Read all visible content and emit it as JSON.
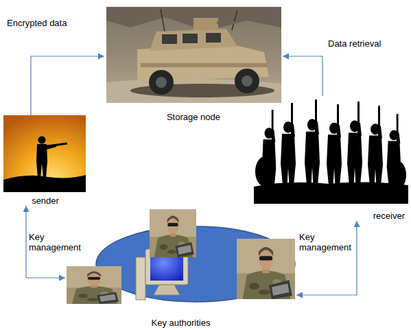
{
  "diagram": {
    "nodes": [
      {
        "text": [
          "Storage node"
        ]
      },
      {
        "text": [
          "sender"
        ]
      },
      {
        "text": [
          "receiver"
        ]
      },
      {
        "text": [
          "Key authorities"
        ]
      }
    ],
    "edges": [
      {
        "from": 1,
        "to": 0,
        "arrow": "to",
        "label": "Encrypted data"
      },
      {
        "from": 2,
        "to": 0,
        "arrow": "to",
        "label": "Data retrieval"
      },
      {
        "from": 1,
        "to": 3,
        "arrow": "both",
        "label": "Key management"
      },
      {
        "from": 2,
        "to": 3,
        "arrow": "both",
        "label": "Key management"
      }
    ]
  }
}
